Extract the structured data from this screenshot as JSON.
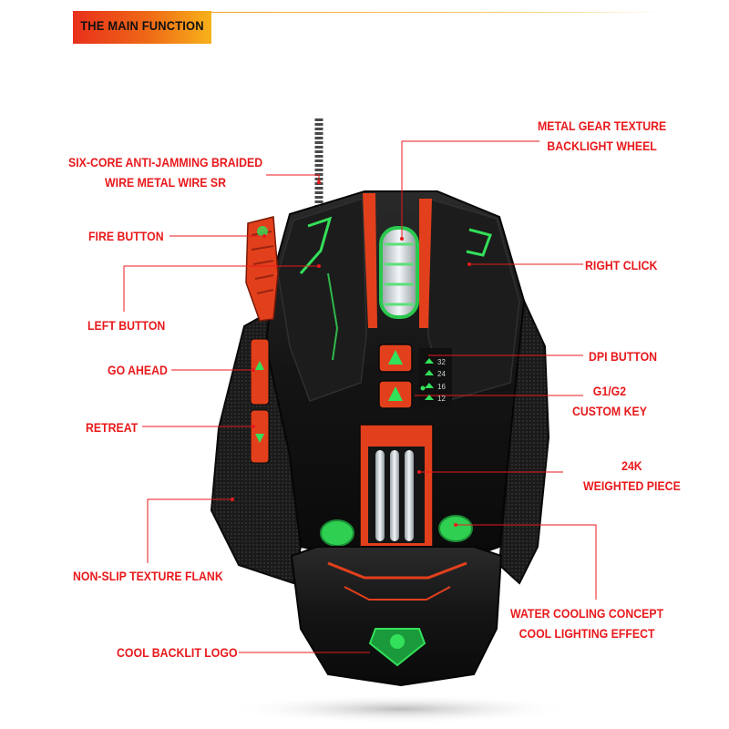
{
  "banner": {
    "title": "THE MAIN FUNCTION"
  },
  "labels": {
    "wire": [
      "SIX-CORE ANTI-JAMMING BRAIDED",
      "WIRE METAL WIRE SR"
    ],
    "fire_button": "FIRE BUTTON",
    "left_button": "LEFT BUTTON",
    "go_ahead": "GO AHEAD",
    "retreat": "RETREAT",
    "flank": "NON-SLIP TEXTURE FLANK",
    "logo": "COOL BACKLIT LOGO",
    "wheel": [
      "METAL GEAR TEXTURE",
      "BACKLIGHT WHEEL"
    ],
    "right_click": "RIGHT CLICK",
    "dpi_button": "DPI BUTTON",
    "custom_key": [
      "G1/G2",
      "CUSTOM KEY"
    ],
    "weight": [
      "24K",
      "WEIGHTED PIECE"
    ],
    "cooling": [
      "WATER COOLING CONCEPT",
      "COOL LIGHTING EFFECT"
    ]
  },
  "dpi_indicator": {
    "levels": [
      "32",
      "24",
      "16",
      "12"
    ]
  },
  "colors": {
    "accent": "#e8191c",
    "glow": "#33e05a",
    "body": "#141414",
    "trim": "#e2401c"
  }
}
